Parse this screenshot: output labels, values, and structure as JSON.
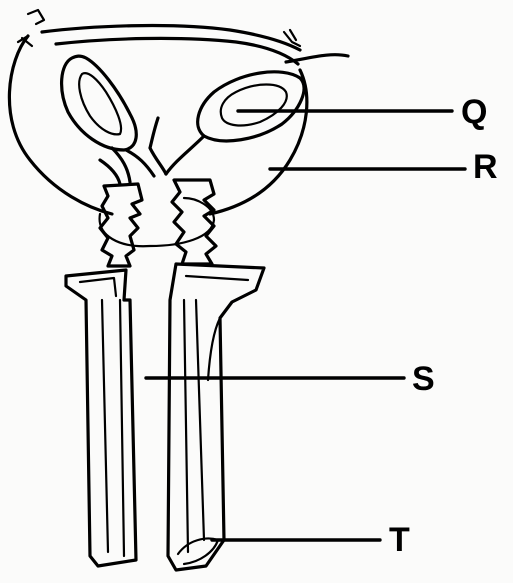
{
  "diagram": {
    "labels": {
      "q": "Q",
      "r": "R",
      "s": "S",
      "t": "T"
    }
  },
  "colors": {
    "ink": "#000000",
    "paper": "#fbfbfa"
  }
}
